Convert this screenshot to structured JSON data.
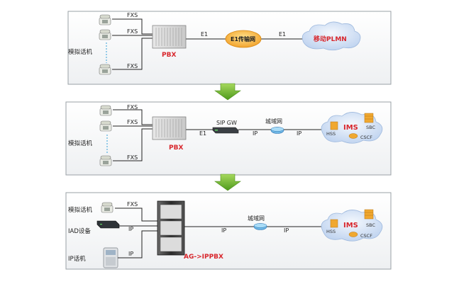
{
  "panel1": {
    "fxs": [
      "FXS",
      "FXS",
      "FXS"
    ],
    "phones_label": "模拟话机",
    "pbx_label": "PBX",
    "e1_left": "E1",
    "transport_label": "E1传输网",
    "e1_right": "E1",
    "plmn_label": "移动PLMN"
  },
  "panel2": {
    "fxs": [
      "FXS",
      "FXS",
      "FXS"
    ],
    "phones_label": "模拟话机",
    "pbx_label": "PBX",
    "sipgw_label": "SIP GW",
    "e1_label": "E1",
    "ip_left": "IP",
    "metro_label": "城域网",
    "ip_right": "IP",
    "ims": {
      "title": "IMS",
      "hss": "HSS",
      "sbc": "SBC",
      "cscf": "CSCF"
    }
  },
  "panel3": {
    "analog_label": "模拟话机",
    "fxs_label": "FXS",
    "iad_label": "IAD设备",
    "iad_ip": "IP",
    "ipphone_label": "IP话机",
    "ipphone_ip": "IP",
    "ag_label": "AG->IPPBX",
    "ip_left": "IP",
    "metro_label": "城域网",
    "ip_right": "IP",
    "ims": {
      "title": "IMS",
      "hss": "HSS",
      "sbc": "SBC",
      "cscf": "CSCF"
    }
  },
  "colors": {
    "panel_border": "#9aa0a6",
    "arrow_green": "#6dbb2a",
    "label_red": "#d8262c",
    "line": "#222222",
    "cloud_blue": "#cfe0f5",
    "transport_orange": "#f5a623"
  }
}
